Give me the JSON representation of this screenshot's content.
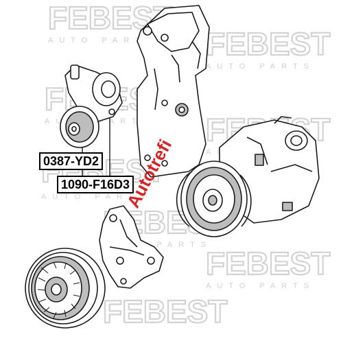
{
  "watermark": {
    "brand": "FEBEST",
    "tagline": "AUTO PARTS",
    "color": "#d9d9d9"
  },
  "site_watermark": {
    "text": "Autotrefi",
    "color": "#cc0000"
  },
  "callouts": [
    {
      "part_number": "0387-YD2"
    },
    {
      "part_number": "1090-F16D3"
    }
  ],
  "colors": {
    "line": "#1a1a1a",
    "fill": "#ffffff",
    "shade": "#bdbdbd"
  }
}
